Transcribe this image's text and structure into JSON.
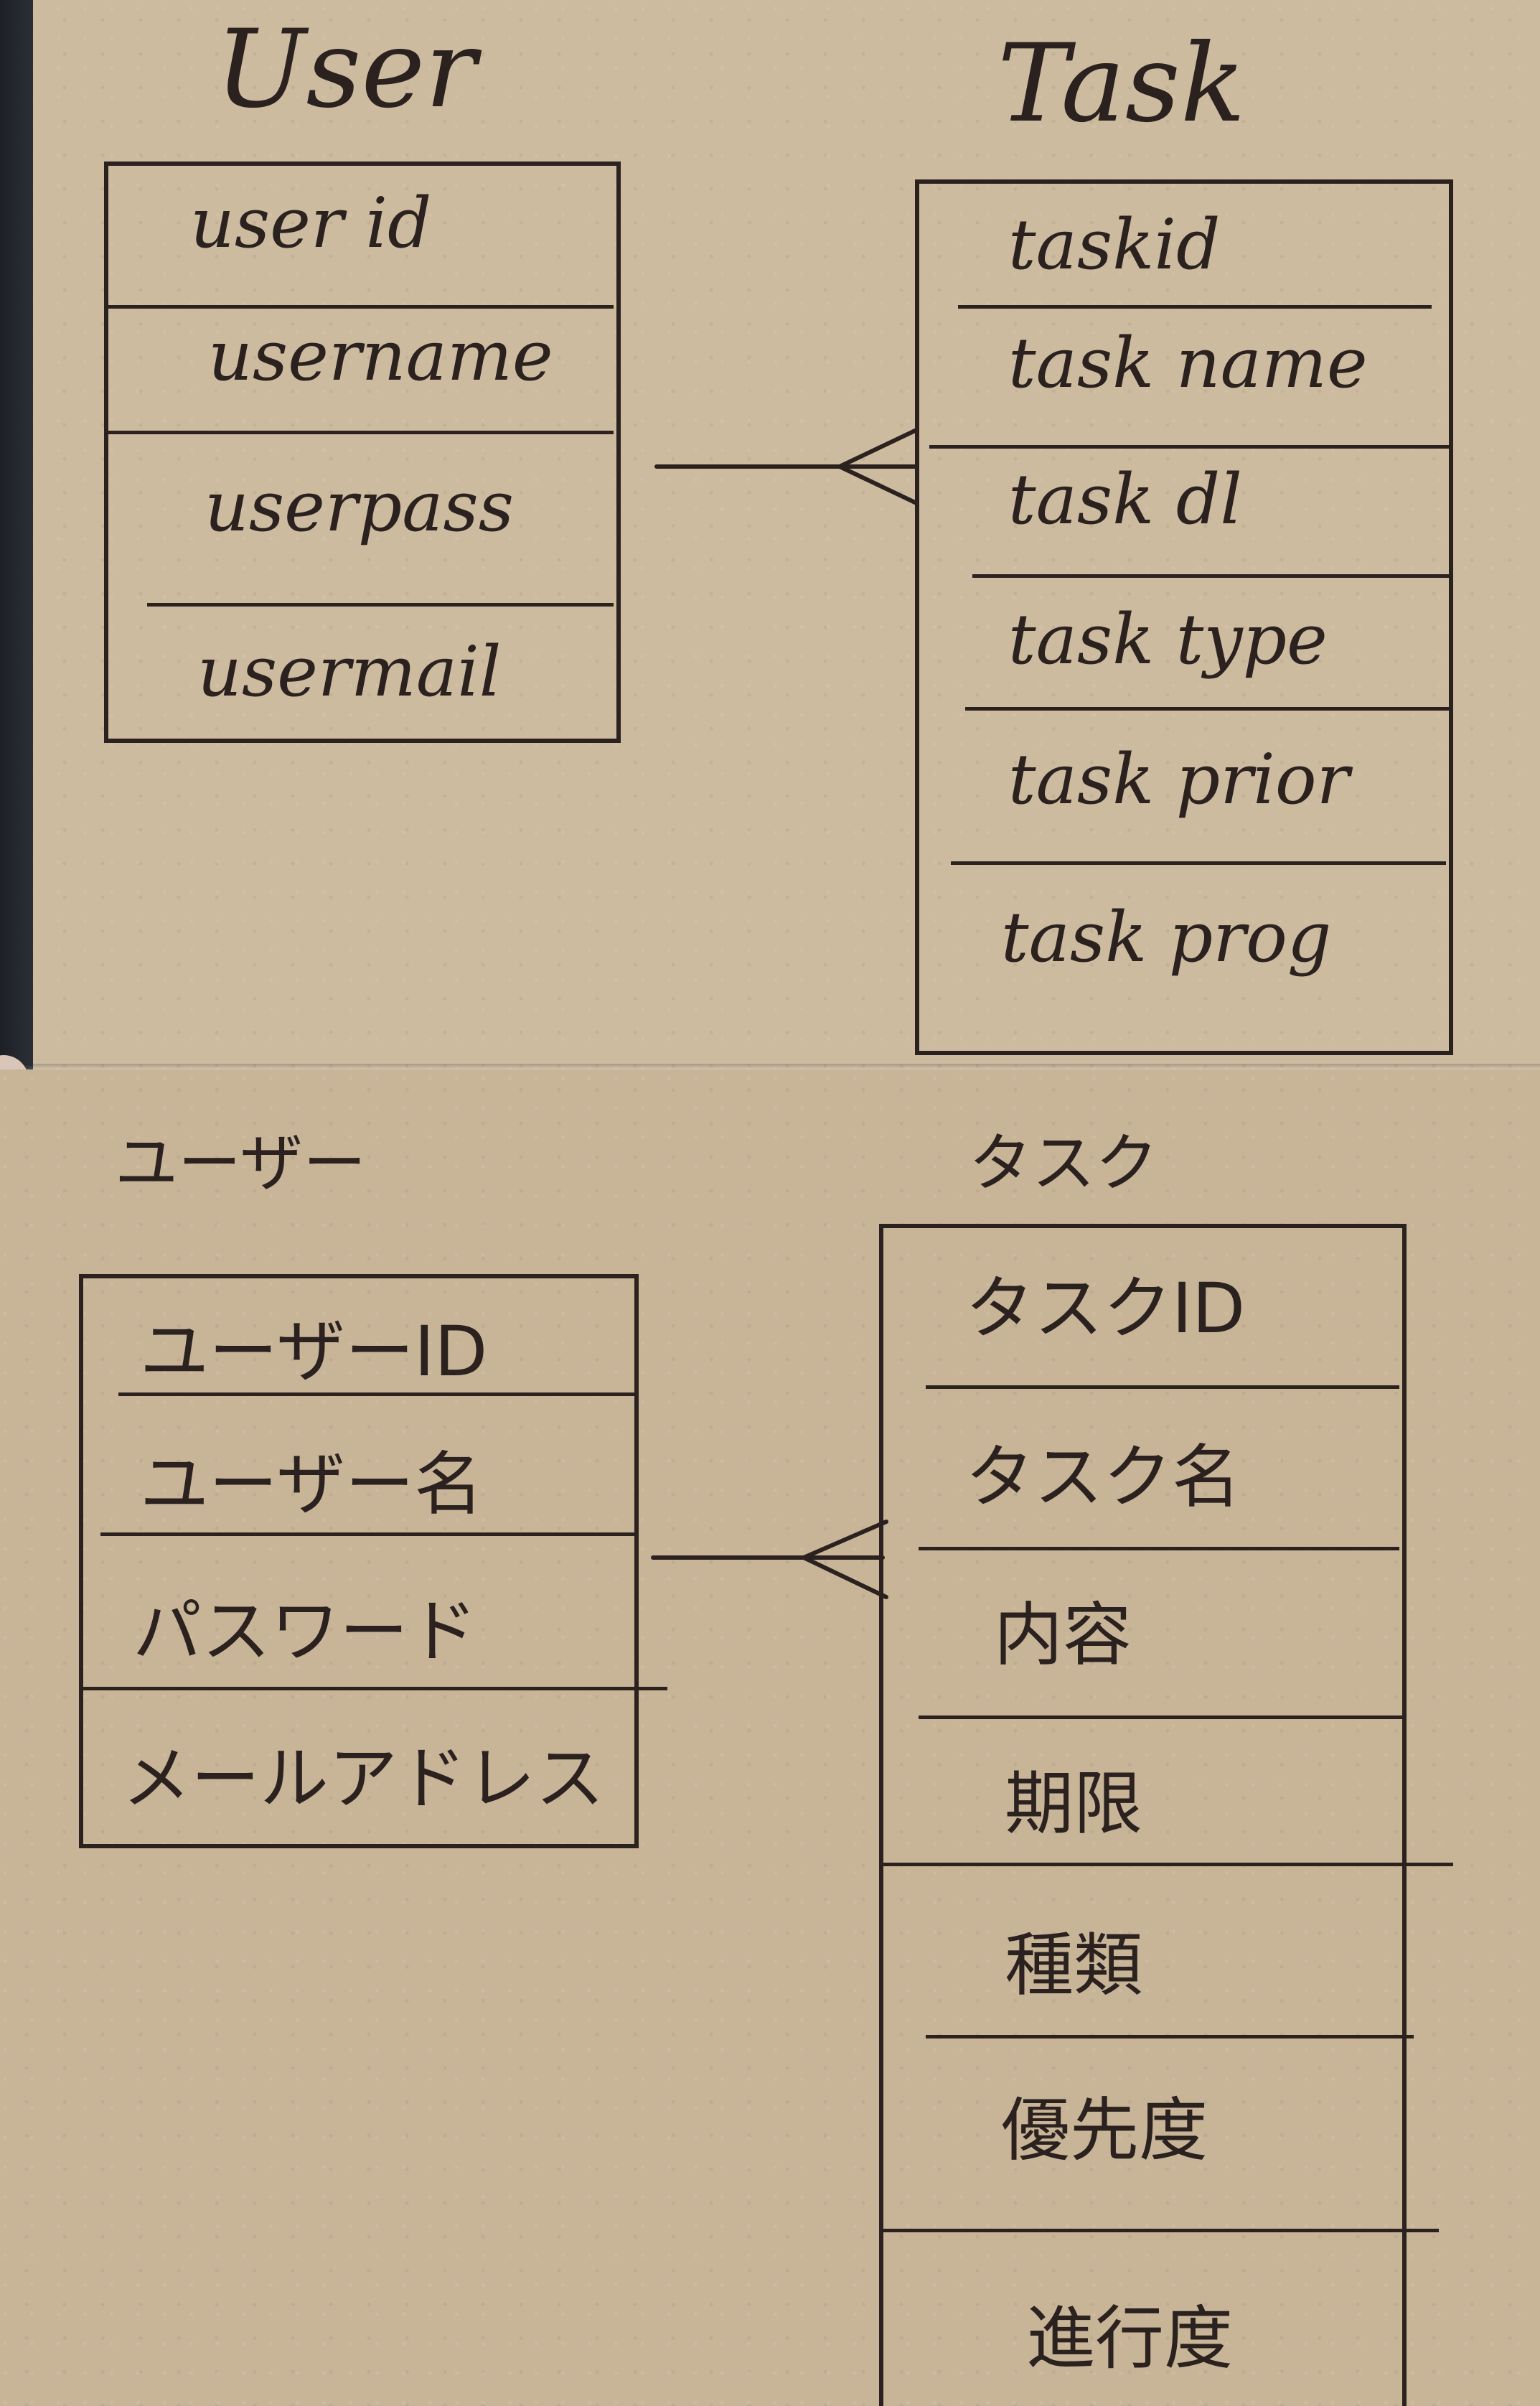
{
  "diagram_en": {
    "user_entity": {
      "title": "User",
      "fields": [
        "user id",
        "username",
        "userpass",
        "usermail"
      ]
    },
    "task_entity": {
      "title": "Task",
      "fields": [
        "taskid",
        "task name",
        "task dl",
        "task type",
        "task prior",
        "task prog"
      ]
    },
    "relationship": "one-to-many"
  },
  "diagram_jp": {
    "user_entity": {
      "title": "ユーザー",
      "fields": [
        "ユーザーID",
        "ユーザー名",
        "パスワード",
        "メールアドレス"
      ]
    },
    "task_entity": {
      "title": "タスク",
      "fields": [
        "タスクID",
        "タスク名",
        "内容",
        "期限",
        "種類",
        "優先度",
        "進行度"
      ]
    },
    "relationship": "one-to-many"
  },
  "colors": {
    "paper": "#cdbb9f",
    "ink": "#2b2220"
  }
}
